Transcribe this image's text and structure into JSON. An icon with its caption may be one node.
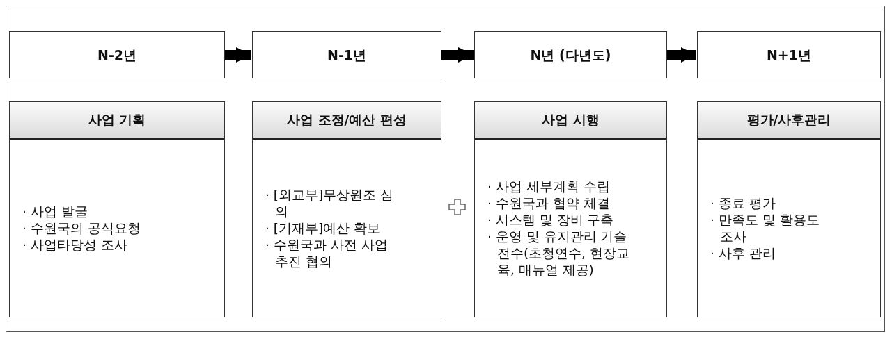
{
  "diagram": {
    "nodes": [
      {
        "text": [
          "N-2년"
        ]
      },
      {
        "text": [
          "N-1년"
        ]
      },
      {
        "text": [
          "N년 (다년도)"
        ]
      },
      {
        "text": [
          "N+1년"
        ]
      },
      {
        "text": [
          "사업 기획",
          "· 사업 발굴",
          "· 수원국의 공식요청",
          "· 사업타당성 조사"
        ]
      },
      {
        "text": [
          "사업 조정/예산 편성",
          "· [외교부]무상원조 심의",
          "· [기재부]예산 확보",
          "· 수원국과 사전 사업 추진 협의"
        ]
      },
      {
        "text": [
          "사업 시행",
          "· 사업 세부계획 수립",
          "· 수원국과 협약 체결",
          "· 시스템 및 장비 구축",
          "· 운영 및 유지관리 기술전수(초청연수, 현장교육, 매뉴얼 제공)"
        ]
      },
      {
        "text": [
          "평가/사후관리",
          "· 종료 평가",
          "· 만족도 및 활용도 조사",
          "· 사후 관리"
        ]
      }
    ],
    "edges": [
      {
        "from": 0,
        "to": 1,
        "arrow": "to"
      },
      {
        "from": 1,
        "to": 2,
        "arrow": "to"
      },
      {
        "from": 2,
        "to": 3,
        "arrow": "to"
      }
    ]
  }
}
